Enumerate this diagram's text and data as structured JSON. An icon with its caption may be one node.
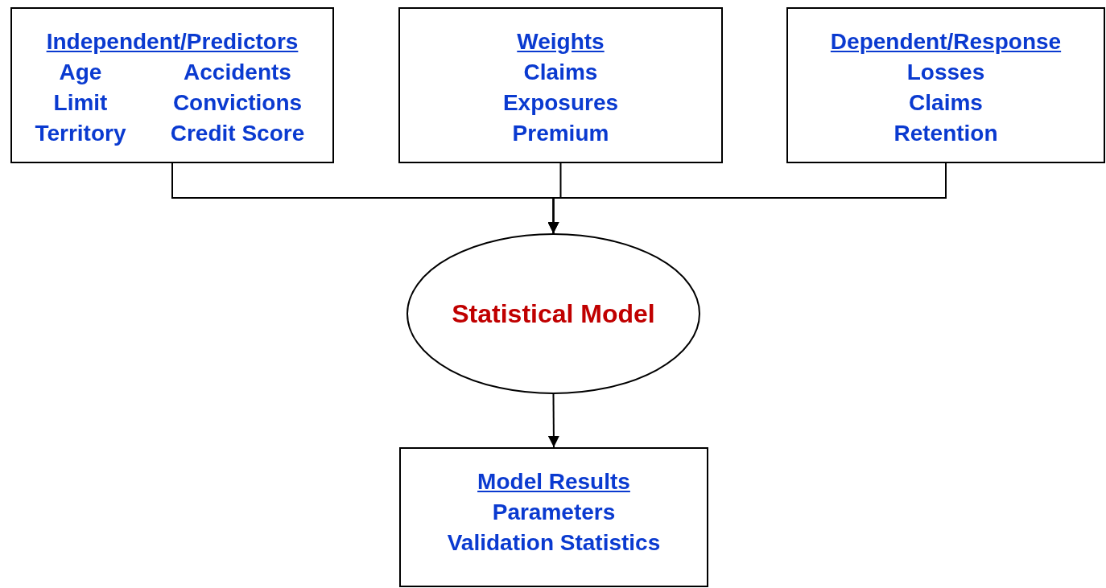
{
  "diagram": {
    "nodes": [
      {
        "text": [
          "Independent/Predictors",
          "Age",
          "Accidents",
          "Limit",
          "Convictions",
          "Territory",
          "Credit Score"
        ]
      },
      {
        "text": [
          "Weights",
          "Claims",
          "Exposures",
          "Premium"
        ]
      },
      {
        "text": [
          "Dependent/Response",
          "Losses",
          "Claims",
          "Retention"
        ]
      },
      {
        "text": [
          "Statistical Model"
        ]
      },
      {
        "text": [
          "Model Results",
          "Parameters",
          "Validation Statistics"
        ]
      }
    ],
    "edges": [
      {
        "from": 0,
        "to": 3,
        "arrow": "to"
      },
      {
        "from": 1,
        "to": 3,
        "arrow": "to"
      },
      {
        "from": 2,
        "to": 3,
        "arrow": "to"
      },
      {
        "from": 3,
        "to": 4,
        "arrow": "to"
      }
    ]
  }
}
